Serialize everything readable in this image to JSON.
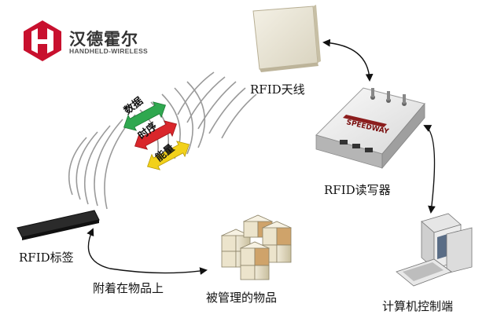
{
  "logo": {
    "name_cn": "汉德霍尔",
    "name_en": "HANDHELD-WIRELESS",
    "brand_color": "#c8102e"
  },
  "diagram": {
    "nodes": {
      "antenna": "RFID天线",
      "reader": "RFID读写器",
      "reader_brand": "SPEEDWAY",
      "tag": "RFID标签",
      "goods": "被管理的物品",
      "computer": "计算机控制端"
    },
    "signals": [
      {
        "label": "数据",
        "color": "#2fa84f"
      },
      {
        "label": "时序",
        "color": "#d9262b"
      },
      {
        "label": "能量",
        "color": "#f2d11a"
      }
    ],
    "edge_labels": {
      "tag_to_goods": "附着在物品上"
    }
  }
}
